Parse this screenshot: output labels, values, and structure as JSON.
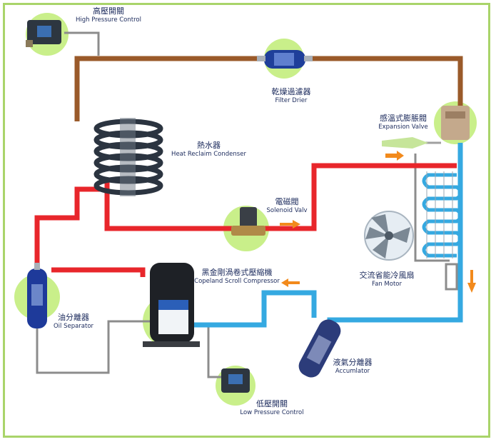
{
  "labels": {
    "high_pressure": {
      "zh": "高壓開關",
      "en": "High Pressure Control"
    },
    "filter_drier": {
      "zh": "乾燥過濾器",
      "en": "Filter Drier"
    },
    "expansion_valve": {
      "zh": "感溫式膨脹閥",
      "en": "Expansion Valve"
    },
    "condenser": {
      "zh": "熱水器",
      "en": "Heat Reclaim Condenser"
    },
    "solenoid": {
      "zh": "電磁閥",
      "en": "Solenoid Valv"
    },
    "compressor": {
      "zh": "黑金剛渦卷式壓縮機",
      "en": "Copeland Scroll Compressor"
    },
    "fan_motor": {
      "zh": "交流省能冷風扇",
      "en": "Fan Motor"
    },
    "oil_separator": {
      "zh": "油分離器",
      "en": "Oil Separator"
    },
    "accumulator": {
      "zh": "液氣分離器",
      "en": "Accumlator"
    },
    "low_pressure": {
      "zh": "低壓開關",
      "en": "Low Pressure Control"
    }
  },
  "colors": {
    "hot_pipe": "#e8262b",
    "cold_pipe": "#35a9e1",
    "brown_pipe": "#9a5a2a",
    "gray_pipe": "#8c8c8c",
    "highlight": "#c9ef8a",
    "frame": "#a9d46a",
    "flow_arrow": "#f28a1c"
  }
}
